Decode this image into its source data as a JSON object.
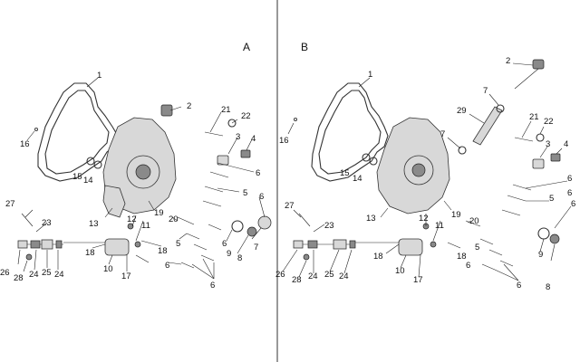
{
  "panels": [
    {
      "label": "A",
      "callouts": [
        "1",
        "2",
        "21",
        "22",
        "3",
        "4",
        "16",
        "15",
        "14",
        "6",
        "5",
        "6",
        "13",
        "12",
        "11",
        "19",
        "20",
        "6",
        "9",
        "7",
        "8",
        "27",
        "23",
        "26",
        "28",
        "24",
        "25",
        "24",
        "18",
        "10",
        "17",
        "18",
        "5",
        "6",
        "6"
      ]
    },
    {
      "label": "B",
      "callouts": [
        "1",
        "2",
        "7",
        "29",
        "21",
        "22",
        "3",
        "4",
        "16",
        "15",
        "14",
        "7",
        "6",
        "6",
        "5",
        "6",
        "13",
        "12",
        "11",
        "19",
        "20",
        "5",
        "18",
        "9",
        "8",
        "27",
        "23",
        "26",
        "28",
        "24",
        "25",
        "24",
        "18",
        "10",
        "17",
        "6",
        "6"
      ]
    }
  ],
  "colors": {
    "background": "#ffffff",
    "line": "#222222",
    "divider": "#333333"
  }
}
